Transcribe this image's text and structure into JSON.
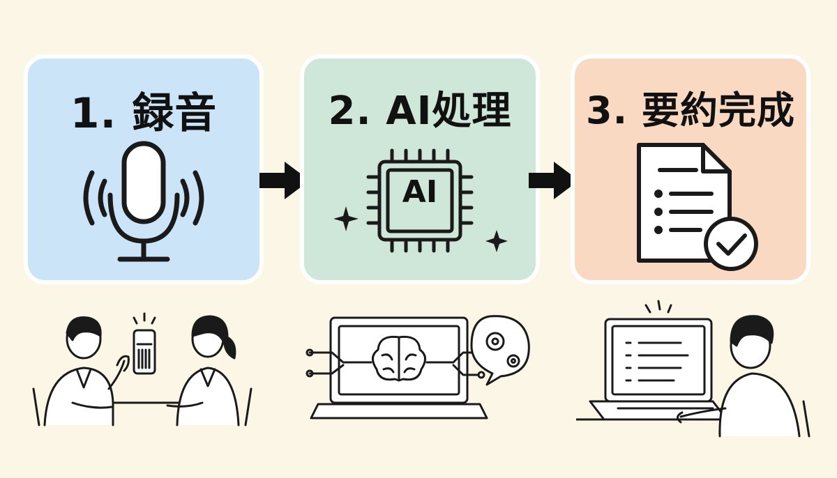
{
  "steps": [
    {
      "number": "1.",
      "label": "録音",
      "color": "#CCE4F7"
    },
    {
      "number": "2.",
      "label": "AI処理",
      "color": "#CFE7D8"
    },
    {
      "number": "3.",
      "label": "要約完成",
      "color": "#F9D9C2"
    }
  ],
  "chip_label": "AI",
  "icons": {
    "step1": "microphone-icon",
    "step2": "ai-chip-icon",
    "step3": "document-check-icon",
    "arrow": "arrow-right-icon"
  }
}
